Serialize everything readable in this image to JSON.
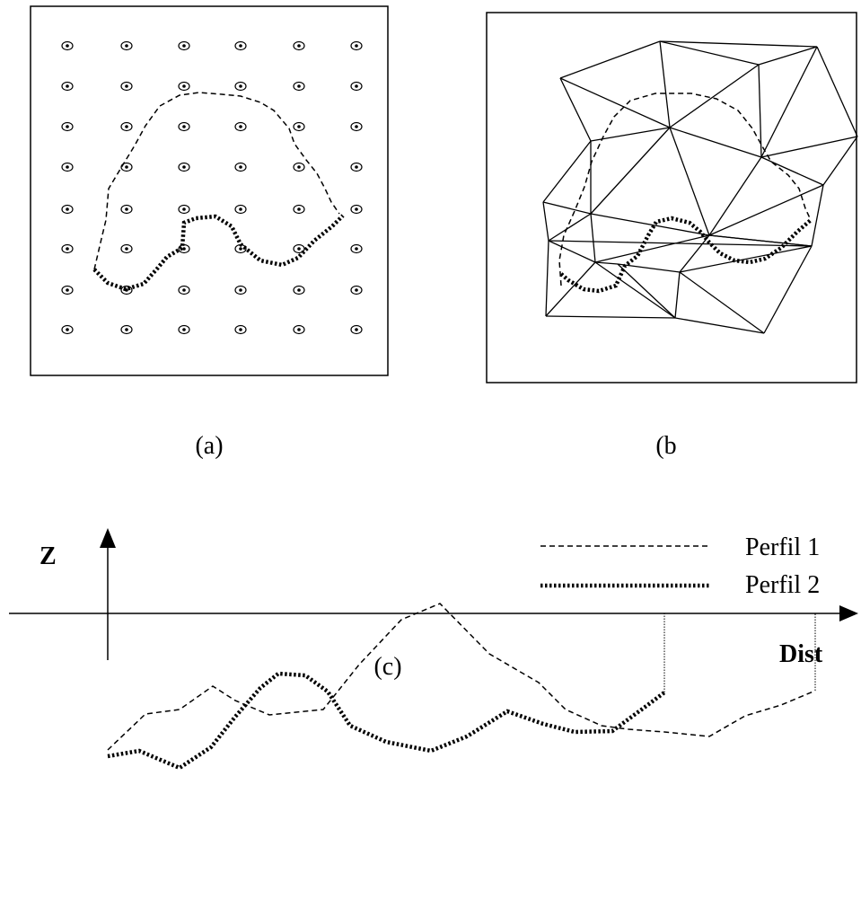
{
  "panels": {
    "a": {
      "caption": "(a)"
    },
    "b": {
      "caption": "(b"
    },
    "c": {
      "caption": "(c)"
    }
  },
  "profile_chart": {
    "y_axis_label": "Z",
    "x_axis_label": "Dist",
    "legend": [
      {
        "label": "Perfil  1",
        "style": "dashed"
      },
      {
        "label": "Perfil  2",
        "style": "dotted-thick"
      }
    ]
  },
  "colors": {
    "ink": "#000000",
    "background": "#ffffff"
  }
}
